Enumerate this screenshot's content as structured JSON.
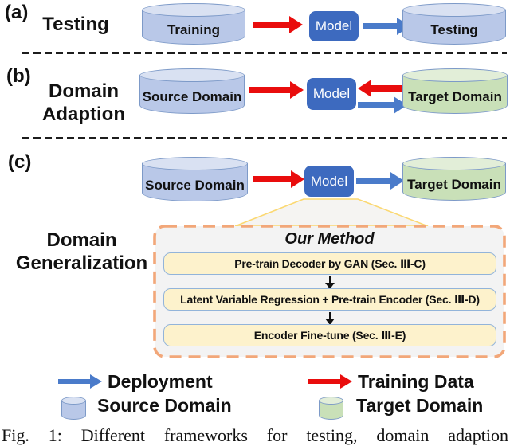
{
  "row_a": {
    "label": "(a)",
    "title": "Testing",
    "left_cylinder": "Training",
    "model": "Model",
    "right_cylinder": "Testing"
  },
  "row_b": {
    "label": "(b)",
    "title_line1": "Domain",
    "title_line2": "Adaption",
    "left_cylinder": "Source Domain",
    "model": "Model",
    "right_cylinder": "Target Domain"
  },
  "row_c": {
    "label": "(c)",
    "title_line1": "Domain",
    "title_line2": "Generalization",
    "left_cylinder": "Source Domain",
    "model": "Model",
    "right_cylinder": "Target Domain",
    "method": {
      "title": "Our Method",
      "steps": [
        "Pre-train Decoder by GAN  (Sec. Ⅲ-C)",
        "Latent Variable Regression + Pre-train Encoder (Sec. Ⅲ-D)",
        "Encoder Fine-tune (Sec. Ⅲ-E)"
      ]
    }
  },
  "legend": {
    "deployment": "Deployment",
    "training_data": "Training Data",
    "source_domain": "Source Domain",
    "target_domain": "Target Domain"
  },
  "caption": "Fig. 1: Different frameworks for testing, domain adaption",
  "colors": {
    "model_box": "#3d6abf",
    "cylinder_blue_body": "#b9c8e8",
    "cylinder_blue_top": "#d9e1f2",
    "cylinder_green_body": "#c9e0b8",
    "cylinder_green_top": "#e2eed8",
    "arrow_red": "#e90d0d",
    "arrow_blue": "#4a7bca",
    "method_step_fill": "#fdf2cc",
    "method_step_border": "#92b4da",
    "dashed_panel_border": "#f2a779",
    "funnel_border": "#fbd871"
  }
}
